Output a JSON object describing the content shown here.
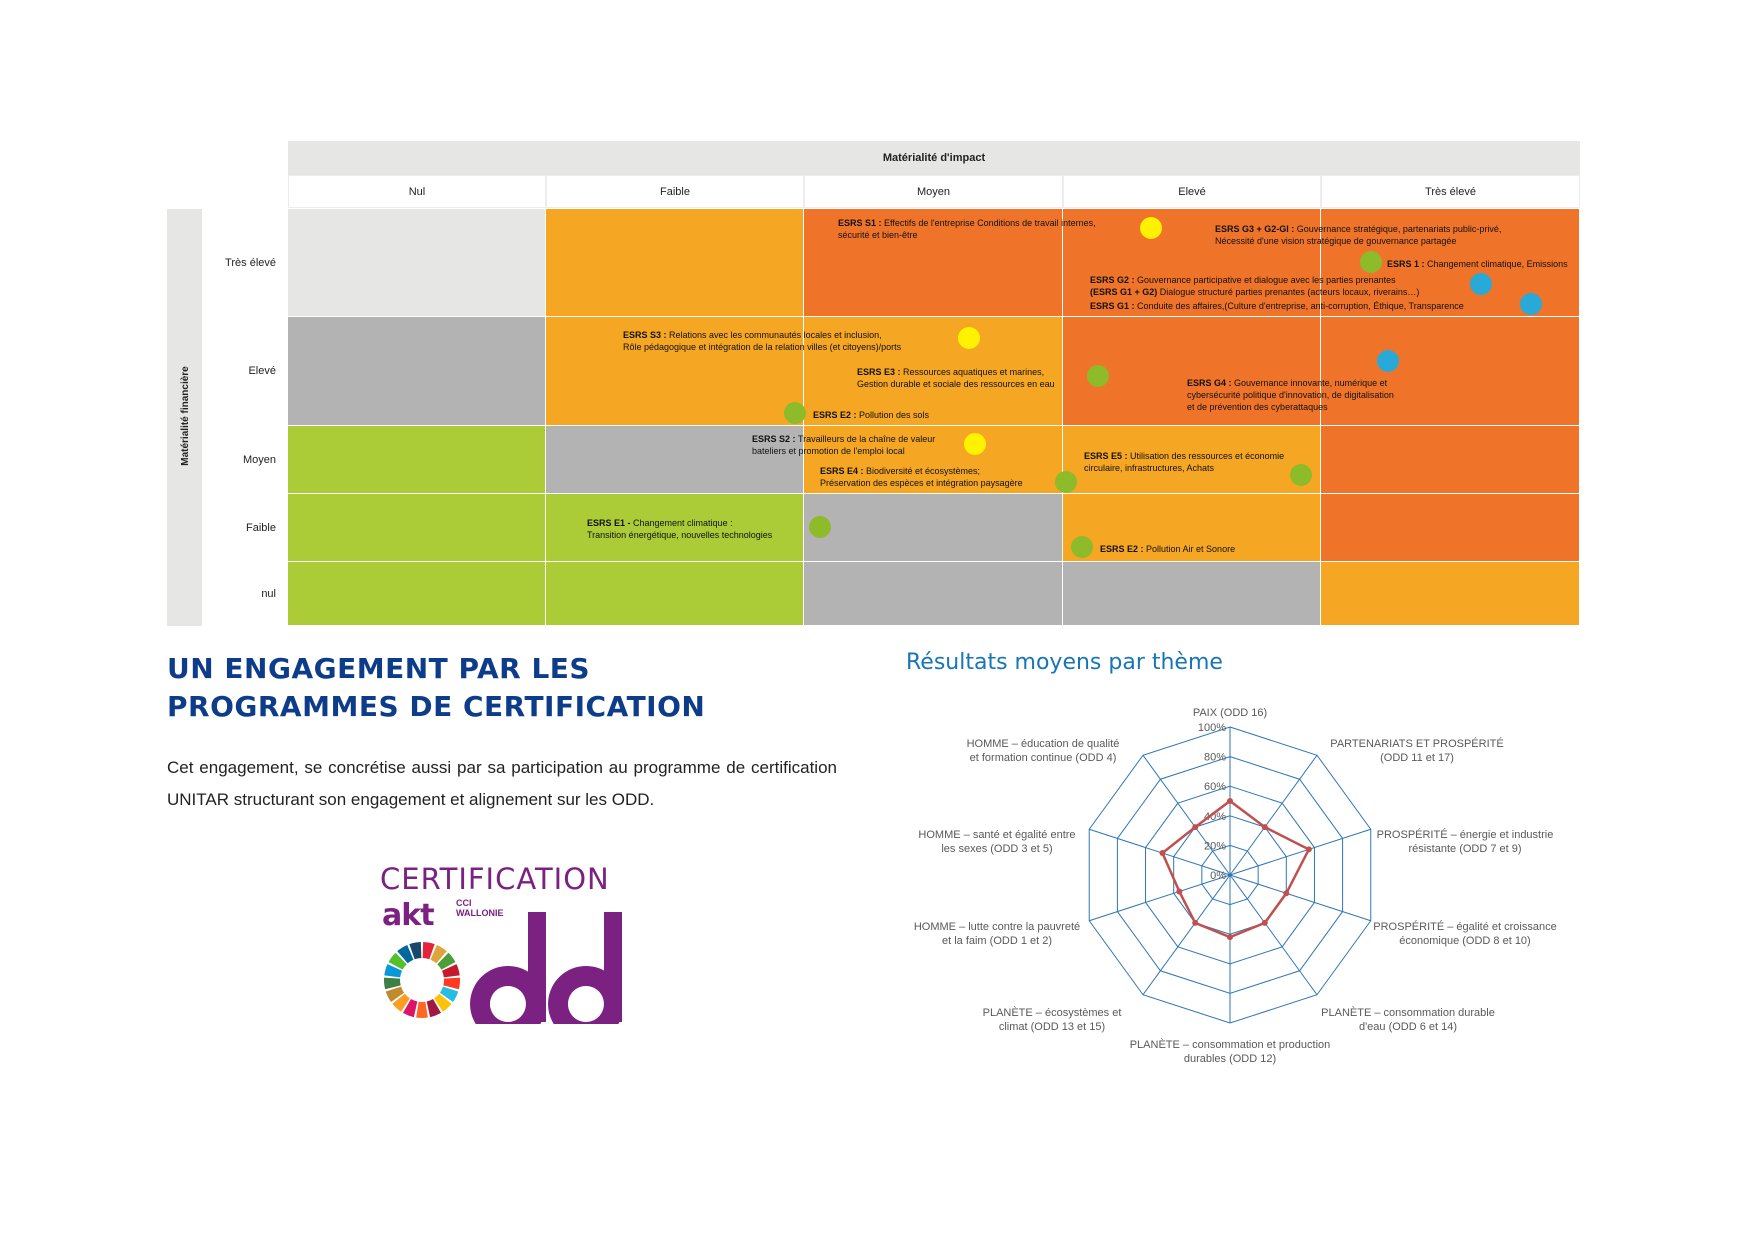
{
  "matrix": {
    "top_title": "Matérialité d'impact",
    "side_title": "Matérialité financière",
    "columns": [
      "Nul",
      "Faible",
      "Moyen",
      "Elevé",
      "Très élevé"
    ],
    "rows": [
      "Très élevé",
      "Elevé",
      "Moyen",
      "Faible",
      "nul"
    ],
    "colors": {
      "grey_light": "#e6e6e4",
      "grey": "#b3b3b3",
      "green": "#abcc37",
      "yellow": "#f5a623",
      "orange": "#ef742a"
    },
    "cell_colors": [
      [
        "grey_light",
        "yellow",
        "orange",
        "orange",
        "orange"
      ],
      [
        "grey",
        "yellow",
        "yellow",
        "orange",
        "orange"
      ],
      [
        "green",
        "grey",
        "yellow",
        "yellow",
        "orange"
      ],
      [
        "green",
        "green",
        "grey",
        "yellow",
        "orange"
      ],
      [
        "green",
        "green",
        "grey",
        "grey",
        "yellow"
      ]
    ],
    "dot_colors": {
      "yellow": "#fff200",
      "green": "#8dbb2a",
      "blue": "#29a9d8"
    },
    "issues": [
      {
        "code": "ESRS S1 :",
        "text": "Effectifs de l'entreprise Conditions de travail internes,\nsécurité et bien-être",
        "dot": "yellow"
      },
      {
        "code": "ESRS G3 + G2-GI :",
        "text": "Gouvernance stratégique, partenariats public-privé,\nNécessité d'une vision stratégique de gouvernance partagée",
        "dot": "green"
      },
      {
        "code": "ESRS 1 :",
        "text": "Changement climatique, Emissions",
        "dot": "blue"
      },
      {
        "code": "ESRS G2 :",
        "text": "Gouvernance participative et dialogue avec les parties prenantes",
        "dot": "blue"
      },
      {
        "code": "(ESRS G1 + G2)",
        "text": "Dialogue structuré parties prenantes (acteurs locaux, riverains…)",
        "dot": ""
      },
      {
        "code": "ESRS G1 :",
        "text": "Conduite des affaires,(Culture d'entreprise, anti-corruption, Éthique, Transparence",
        "dot": ""
      },
      {
        "code": "ESRS S3 :",
        "text": "Relations avec les communautés locales et inclusion,\nRôle pédagogique et intégration de la relation villes (et citoyens)/ports",
        "dot": "yellow"
      },
      {
        "code": "ESRS E3 :",
        "text": "Ressources aquatiques et marines,\nGestion durable et sociale des ressources en eau",
        "dot": "green"
      },
      {
        "code": "ESRS G4 :",
        "text": "Gouvernance innovante, numérique et\ncybersécurité politique d'innovation, de digitalisation\net de prévention des cyberattaques",
        "dot": "blue"
      },
      {
        "code": "ESRS E2 :",
        "text": "Pollution des sols",
        "dot": "green"
      },
      {
        "code": "ESRS S2 :",
        "text": "Travailleurs de la chaîne de valeur\nbateliers et promotion de l'emploi local",
        "dot": "yellow"
      },
      {
        "code": "ESRS E5 :",
        "text": "Utilisation des ressources et économie\ncirculaire, infrastructures, Achats",
        "dot": "green"
      },
      {
        "code": "ESRS E4 :",
        "text": "Biodiversité et écosystèmes;\nPréservation des espèces et intégration paysagère",
        "dot": "green"
      },
      {
        "code": "ESRS E1 -",
        "text": "Changement climatique :\nTransition énergétique, nouvelles technologies",
        "dot": "green"
      },
      {
        "code": "ESRS E2 :",
        "text": "Pollution Air et Sonore",
        "dot": "green"
      }
    ]
  },
  "section": {
    "title_line1": "UN ENGAGEMENT PAR LES",
    "title_line2": "PROGRAMMES DE CERTIFICATION",
    "body": "Cet engagement, se concrétise aussi par sa participation au programme de certification UNITAR structurant son engagement et alignement sur les ODD."
  },
  "logo": {
    "title": "CERTIFICATION",
    "brand": "akt",
    "sub1": "CCI",
    "sub2": "WALLONIE",
    "mark": "odd",
    "primary": "#7b2181"
  },
  "chart_data": {
    "type": "radar",
    "title": "Résultats moyens par thème",
    "categories": [
      "PAIX (ODD 16)",
      "PARTENARIATS ET PROSPÉRITÉ (ODD 11 et 17)",
      "PROSPÉRITÉ – énergie et industrie résistante (ODD 7 et 9)",
      "PROSPÉRITÉ – égalité et croissance économique (ODD 8 et 10)",
      "PLANÈTE – consommation durable d'eau (ODD 6 et 14)",
      "PLANÈTE – consommation et production durables (ODD 12)",
      "PLANÈTE – écosystèmes et climat (ODD 13 et 15)",
      "HOMME – lutte contre la pauvreté et la faim (ODD 1 et 2)",
      "HOMME – santé et égalité entre les sexes (ODD 3 et 5)",
      "HOMME – éducation de qualité et formation continue (ODD 4)"
    ],
    "series": [
      {
        "values": [
          50,
          40,
          56,
          40,
          40,
          42,
          40,
          36,
          48,
          40
        ],
        "color": "#c0504d"
      }
    ],
    "rlim": [
      0,
      100
    ],
    "ticks": [
      "0%",
      "20%",
      "40%",
      "60%",
      "80%",
      "100%"
    ],
    "grid_color": "#2e75b6"
  }
}
